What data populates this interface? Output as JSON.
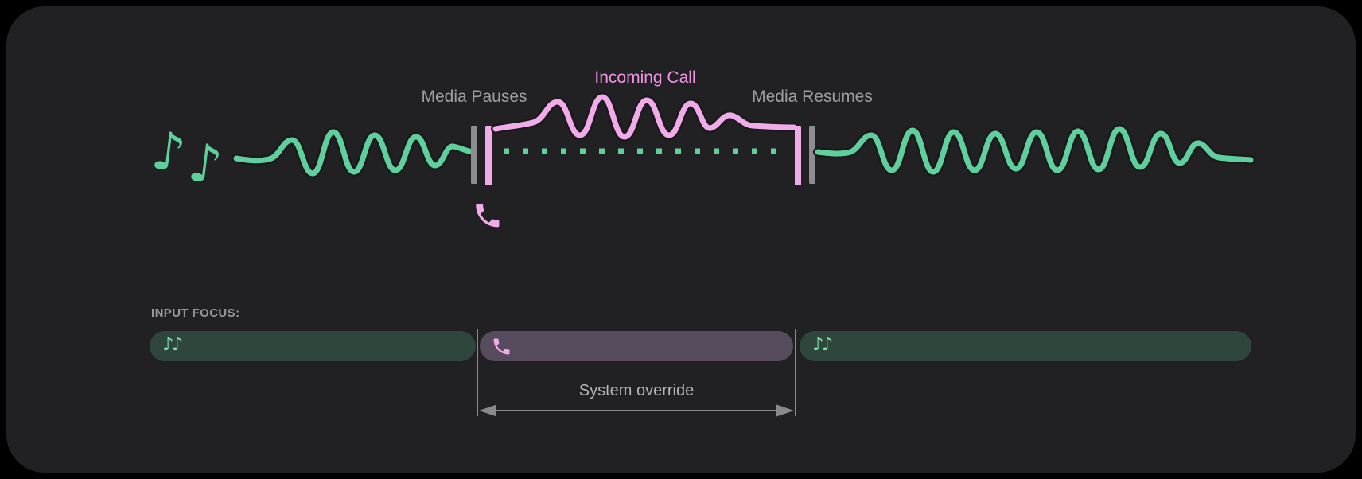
{
  "timeline": {
    "media_pauses_label": "Media Pauses",
    "incoming_call_label": "Incoming Call",
    "media_resumes_label": "Media Resumes"
  },
  "input_focus": {
    "heading": "INPUT FOCUS:",
    "system_override_label": "System override",
    "tracks": [
      {
        "id": "media-before-track",
        "type": "media",
        "icon": "music-notes-icon"
      },
      {
        "id": "call-track",
        "type": "call",
        "icon": "phone-icon"
      },
      {
        "id": "media-after-track",
        "type": "media",
        "icon": "music-notes-icon"
      }
    ]
  },
  "icons": {
    "note_glyph": "♪",
    "double_note_glyph": "♪♪"
  },
  "colors": {
    "page_bg": "#000000",
    "canvas_bg": "#212124",
    "media_green": "#5ecf9d",
    "call_pink": "#f2abe9",
    "incoming_call_text": "#f095e4",
    "label_gray": "#9e9ea3",
    "heading_gray": "#97989c",
    "override_label_gray": "#b4b6b9",
    "marker_gray": "#8d8d91",
    "arrow_gray": "#8a8a8e",
    "media_track_bg": "#2e463b",
    "call_track_bg": "#574c5d",
    "track_note_green": "#7fdfae"
  }
}
